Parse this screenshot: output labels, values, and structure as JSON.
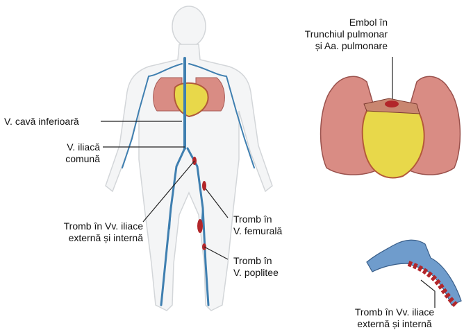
{
  "labels": {
    "embol": [
      "Embol în",
      "Trunchiul pulmonar",
      "și Aa. pulmonare"
    ],
    "vena_cava": "V. cavă inferioară",
    "iliaca_comuna": [
      "V. iliacă",
      "comună"
    ],
    "tromb_iliace_left": [
      "Tromb în Vv. iliace",
      "externă și internă"
    ],
    "tromb_femurala": [
      "Tromb în",
      "V. femurală"
    ],
    "tromb_poplitee": [
      "Tromb în",
      "V. poplitee"
    ],
    "tromb_iliace_right": [
      "Tromb în Vv. iliace",
      "externă și internă"
    ]
  },
  "colors": {
    "body_outline": "#d6d8da",
    "vein": "#3f7fb0",
    "lung": "#d98c84",
    "heart": "#e8d84a",
    "thrombus": "#b2262a",
    "leader": "#222222"
  }
}
